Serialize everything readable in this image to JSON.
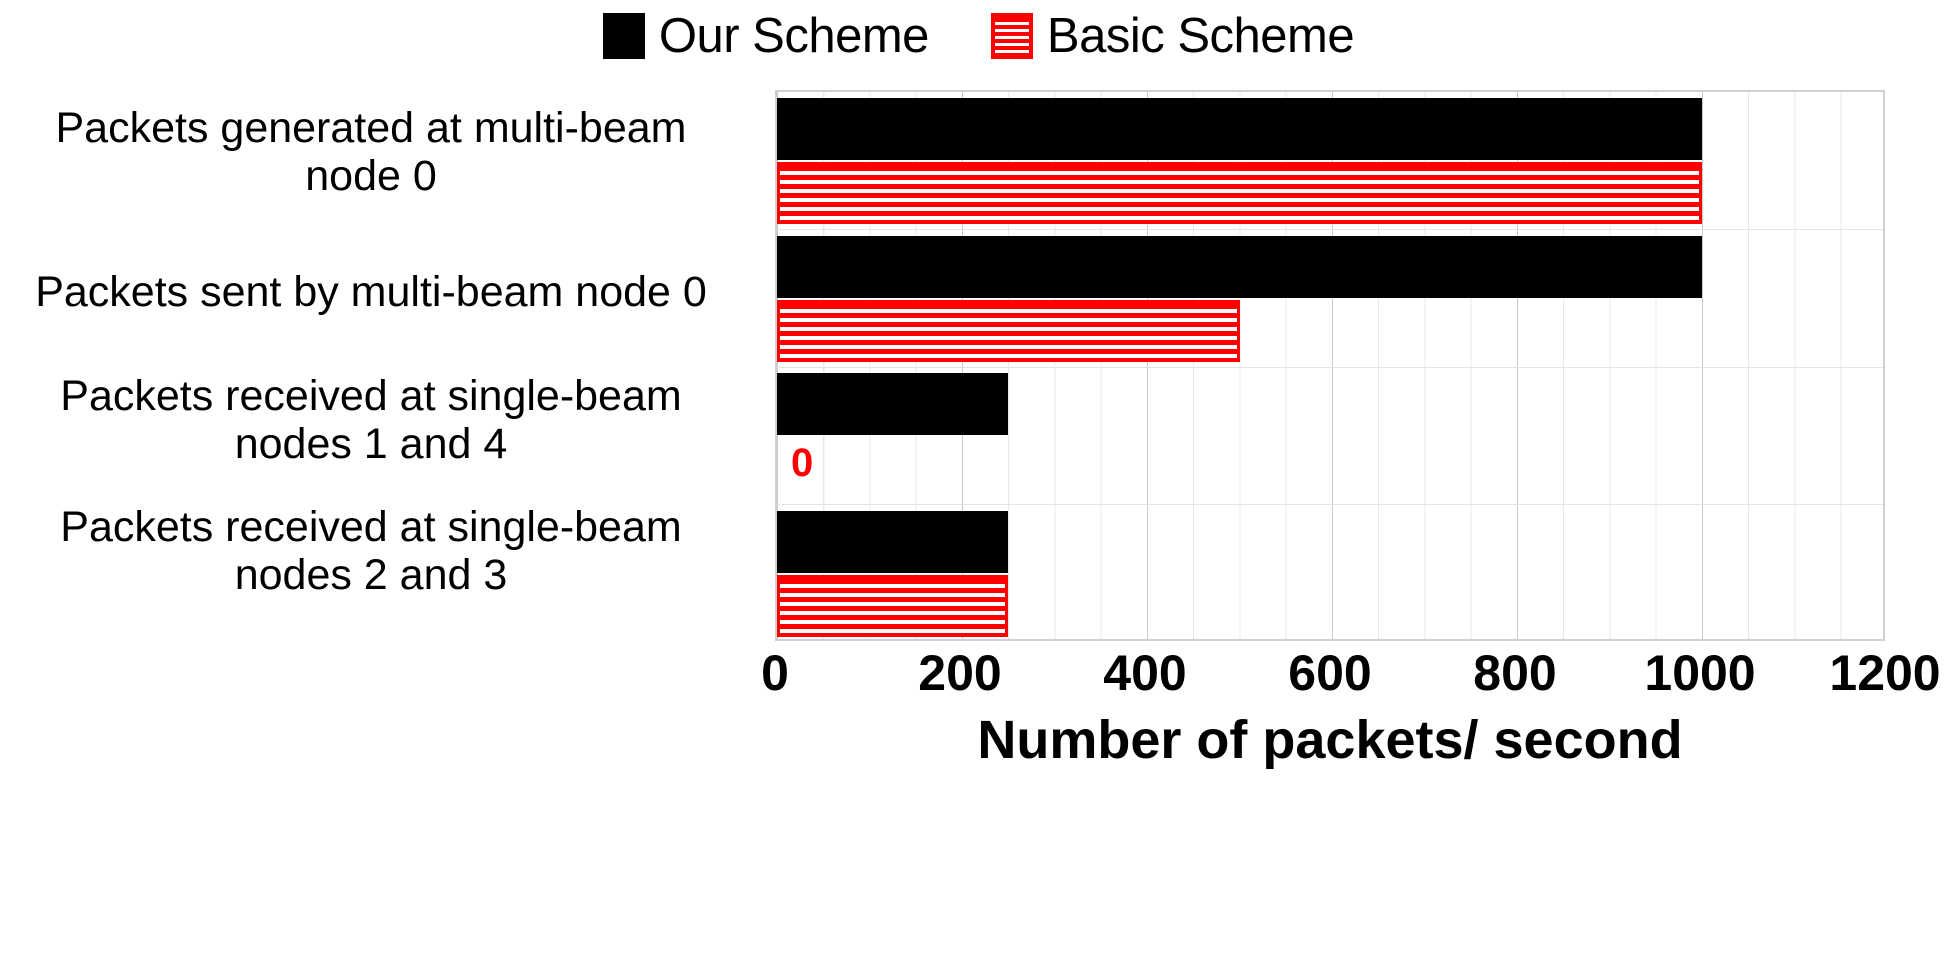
{
  "legend": {
    "position": "top-center",
    "entries": [
      {
        "label": "Our Scheme",
        "swatch": "solid-black-square-icon",
        "color": "#000000"
      },
      {
        "label": "Basic Scheme",
        "swatch": "red-striped-square-icon",
        "color": "#FF0000"
      }
    ]
  },
  "axis": {
    "x_title": "Number of packets/ second",
    "x_ticks": [
      "0",
      "200",
      "400",
      "600",
      "800",
      "1000",
      "1200"
    ]
  },
  "labels": {
    "cat0_line1": "Packets generated at multi-beam",
    "cat0_line2": "node 0",
    "cat1_line1": "Packets sent by multi-beam node 0",
    "cat1_line2": "",
    "cat2_line1": "Packets received at single-beam",
    "cat2_line2": "nodes 1 and 4",
    "cat3_line1": "Packets received at single-beam",
    "cat3_line2": "nodes 2 and 3"
  },
  "annotations": {
    "zero_label": "0"
  },
  "chart_data": {
    "type": "bar",
    "orientation": "horizontal",
    "title": "",
    "xlabel": "Number of packets/ second",
    "ylabel": "",
    "xlim": [
      0,
      1200
    ],
    "xticks": [
      0,
      200,
      400,
      600,
      800,
      1000,
      1200
    ],
    "grid": true,
    "grid_minor_step": 50,
    "grid_major_step": 200,
    "legend_position": "top-center",
    "categories": [
      "Packets generated at multi-beam node 0",
      "Packets sent by multi-beam node 0",
      "Packets received at single-beam nodes 1 and 4",
      "Packets received at single-beam nodes 2 and 3"
    ],
    "series": [
      {
        "name": "Our Scheme",
        "color": "#000000",
        "pattern": "solid",
        "values": [
          1000,
          1000,
          250,
          250
        ]
      },
      {
        "name": "Basic Scheme",
        "color": "#FF0000",
        "pattern": "horizontal-stripes",
        "values": [
          1000,
          500,
          0,
          250
        ]
      }
    ],
    "data_labels": [
      {
        "series": "Basic Scheme",
        "category_index": 2,
        "text": "0",
        "color": "#FF0000"
      }
    ]
  }
}
